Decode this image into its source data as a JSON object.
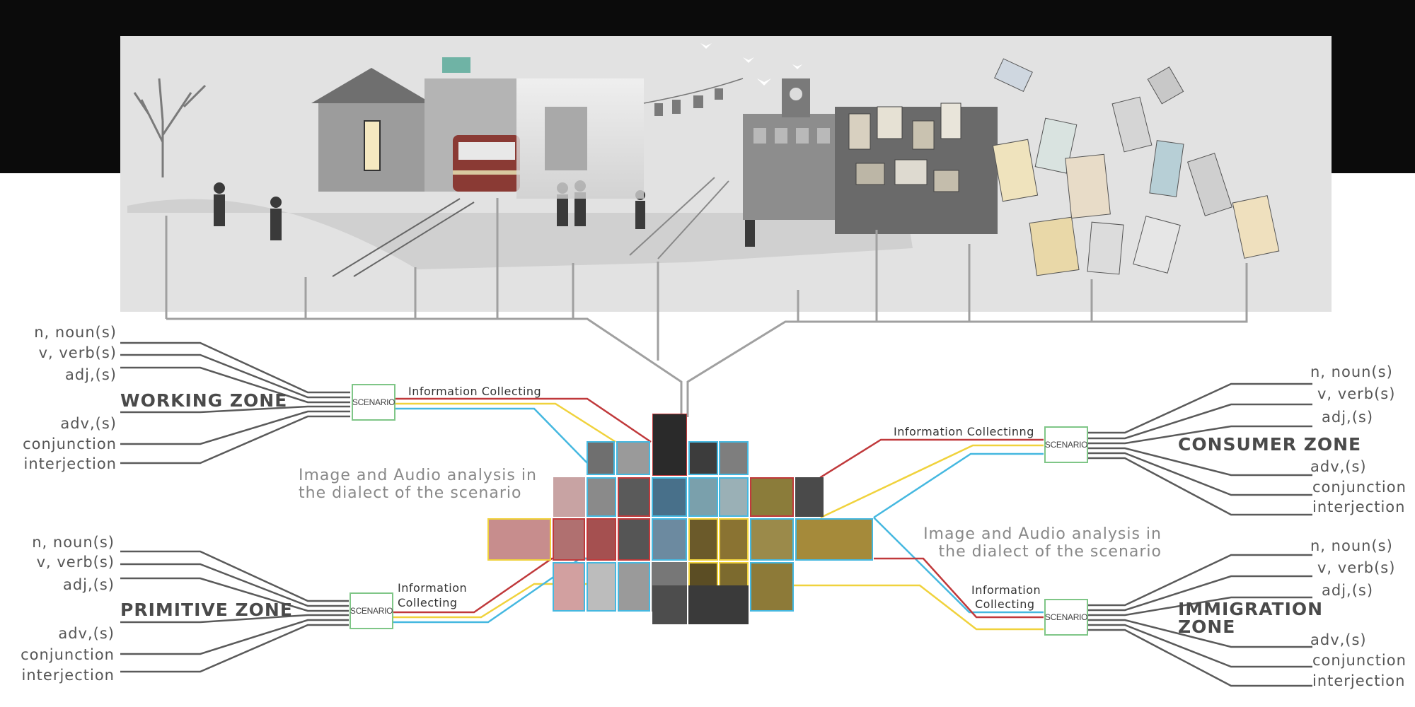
{
  "scenario_label": "SCENARIO",
  "info_collecting": "Information Collecting",
  "info_collecting_typo": "Information Collectinng",
  "info_line1": "Information",
  "info_line2": "Collecting",
  "analysis_text": "Image and Audio analysis in the dialect of the scenario",
  "zones": {
    "working": "WORKING ZONE",
    "primitive": "PRIMITIVE ZONE",
    "consumer": "CONSUMER ZONE",
    "immigration_line1": "IMMIGRATION",
    "immigration_line2": "ZONE"
  },
  "word_classes": [
    "n,  noun(s)",
    "v,  verb(s)",
    "adj,(s)",
    "adv,(s)",
    "conjunction",
    "interjection"
  ],
  "colors": {
    "red": "#c0393b",
    "yellow": "#f0d23c",
    "blue": "#45b8e0",
    "green": "#7fc687",
    "gray": "#a0a0a0",
    "dark": "#555555"
  }
}
